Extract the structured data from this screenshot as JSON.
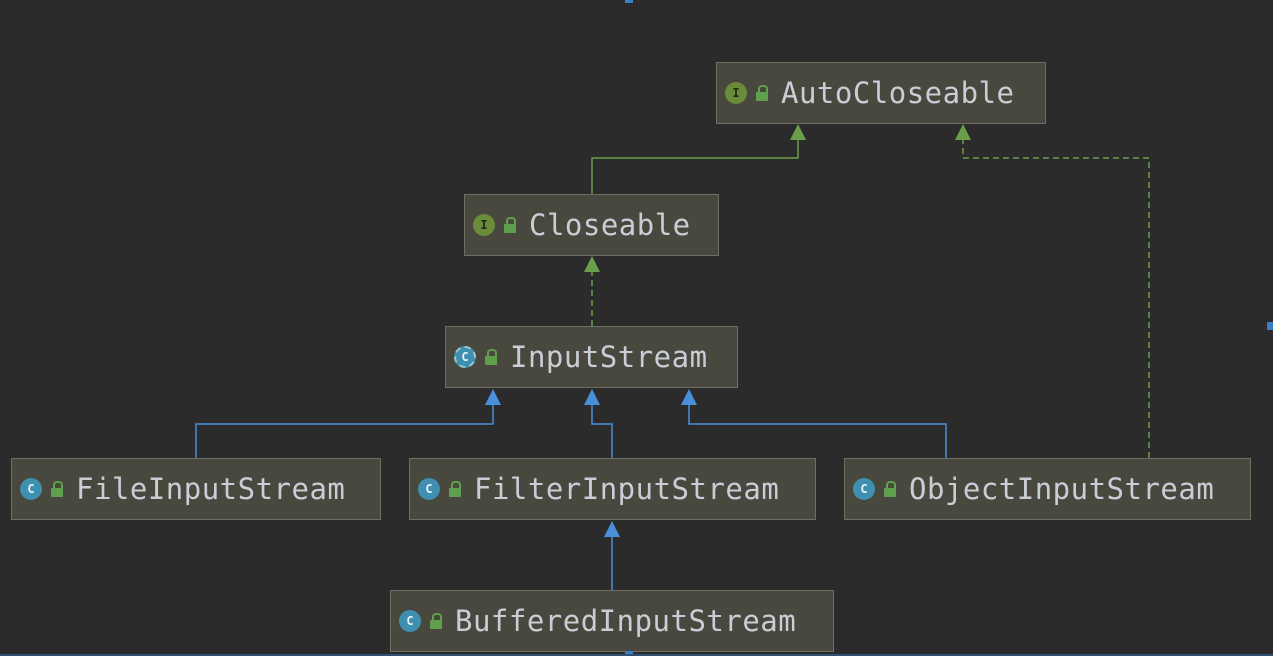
{
  "nodes": {
    "autocloseable": {
      "label": "AutoCloseable",
      "kind": "interface",
      "kind_letter": "I",
      "visibility_icon": "unlock-icon"
    },
    "closeable": {
      "label": "Closeable",
      "kind": "interface",
      "kind_letter": "I",
      "visibility_icon": "unlock-icon"
    },
    "inputstream": {
      "label": "InputStream",
      "kind": "abstract-class",
      "kind_letter": "C",
      "visibility_icon": "unlock-icon"
    },
    "fileinputstream": {
      "label": "FileInputStream",
      "kind": "class",
      "kind_letter": "C",
      "visibility_icon": "unlock-icon"
    },
    "filterinputstream": {
      "label": "FilterInputStream",
      "kind": "class",
      "kind_letter": "C",
      "visibility_icon": "unlock-icon"
    },
    "objectinputstream": {
      "label": "ObjectInputStream",
      "kind": "class",
      "kind_letter": "C",
      "visibility_icon": "unlock-icon"
    },
    "bufferedinputstream": {
      "label": "BufferedInputStream",
      "kind": "class",
      "kind_letter": "C",
      "visibility_icon": "unlock-icon"
    }
  },
  "edges": [
    {
      "from": "closeable",
      "to": "autocloseable",
      "type": "extends"
    },
    {
      "from": "inputstream",
      "to": "closeable",
      "type": "implements"
    },
    {
      "from": "objectinputstream",
      "to": "autocloseable",
      "type": "implements"
    },
    {
      "from": "fileinputstream",
      "to": "inputstream",
      "type": "extends"
    },
    {
      "from": "filterinputstream",
      "to": "inputstream",
      "type": "extends"
    },
    {
      "from": "objectinputstream",
      "to": "inputstream",
      "type": "extends"
    },
    {
      "from": "bufferedinputstream",
      "to": "filterinputstream",
      "type": "extends"
    }
  ],
  "colors": {
    "background": "#2b2b2b",
    "node_fill": "#48483e",
    "node_border": "#6e6e62",
    "node_text": "#c9ced6",
    "interface_edge": "#6a9e4a",
    "class_edge": "#4a8fd9",
    "interface_icon": "#6a8c3a",
    "class_icon": "#3f8fb0",
    "unlock_icon": "#5fa04e"
  }
}
